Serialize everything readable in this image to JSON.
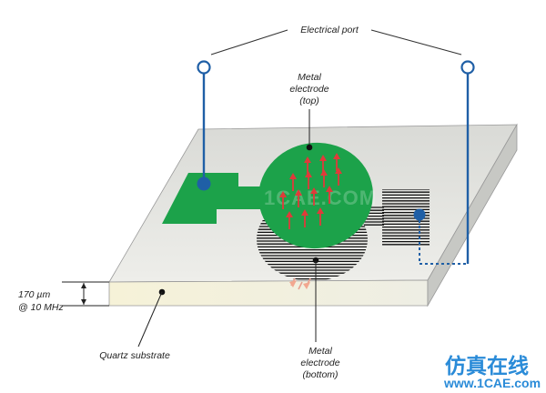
{
  "labels": {
    "electrical_port": "Electrical port",
    "metal_top": [
      "Metal",
      "electrode",
      "(top)"
    ],
    "metal_bottom": [
      "Metal",
      "electrode",
      "(bottom)"
    ],
    "thickness": [
      "170 µm",
      "@ 10 MHz"
    ],
    "substrate": "Quartz substrate"
  },
  "watermark": "1CAE.COM",
  "logo": {
    "chinese": "仿真在线",
    "url": "www.1CAE.com"
  },
  "colors": {
    "electrode_green": "#1ca24a",
    "lead_blue": "#1f5fa6",
    "arrow_red": "#e03a3a",
    "substrate_top": "#e7e8e4",
    "substrate_front": "#f4f1dc",
    "substrate_side": "#c7c8c4",
    "logo_blue": "#2a8bd8"
  }
}
